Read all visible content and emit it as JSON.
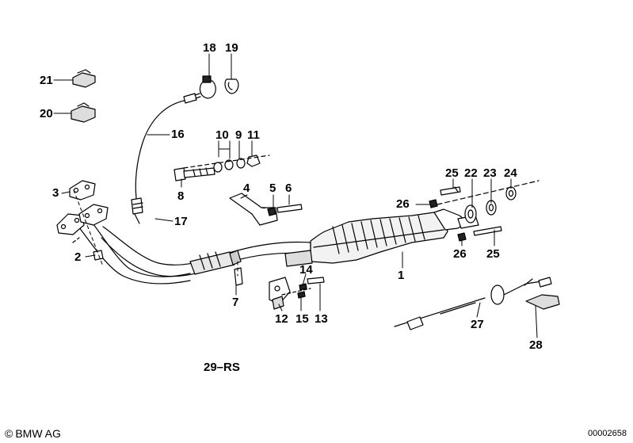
{
  "diagram": {
    "caption": "29–RS",
    "copyright_icon": "copyright-icon",
    "copyright_text": "BMW AG",
    "image_number": "00002658",
    "callouts": {
      "c1": "1",
      "c2": "2",
      "c3": "3",
      "c4": "4",
      "c5": "5",
      "c6": "6",
      "c7": "7",
      "c8": "8",
      "c9": "9",
      "c10": "10",
      "c11": "11",
      "c12": "12",
      "c13": "13",
      "c14": "14",
      "c15": "15",
      "c16": "16",
      "c17": "17",
      "c18": "18",
      "c19": "19",
      "c20": "20",
      "c21": "21",
      "c22": "22",
      "c23": "23",
      "c24": "24",
      "c25a": "25",
      "c25b": "25",
      "c26a": "26",
      "c26b": "26",
      "c27": "27",
      "c28": "28"
    }
  }
}
